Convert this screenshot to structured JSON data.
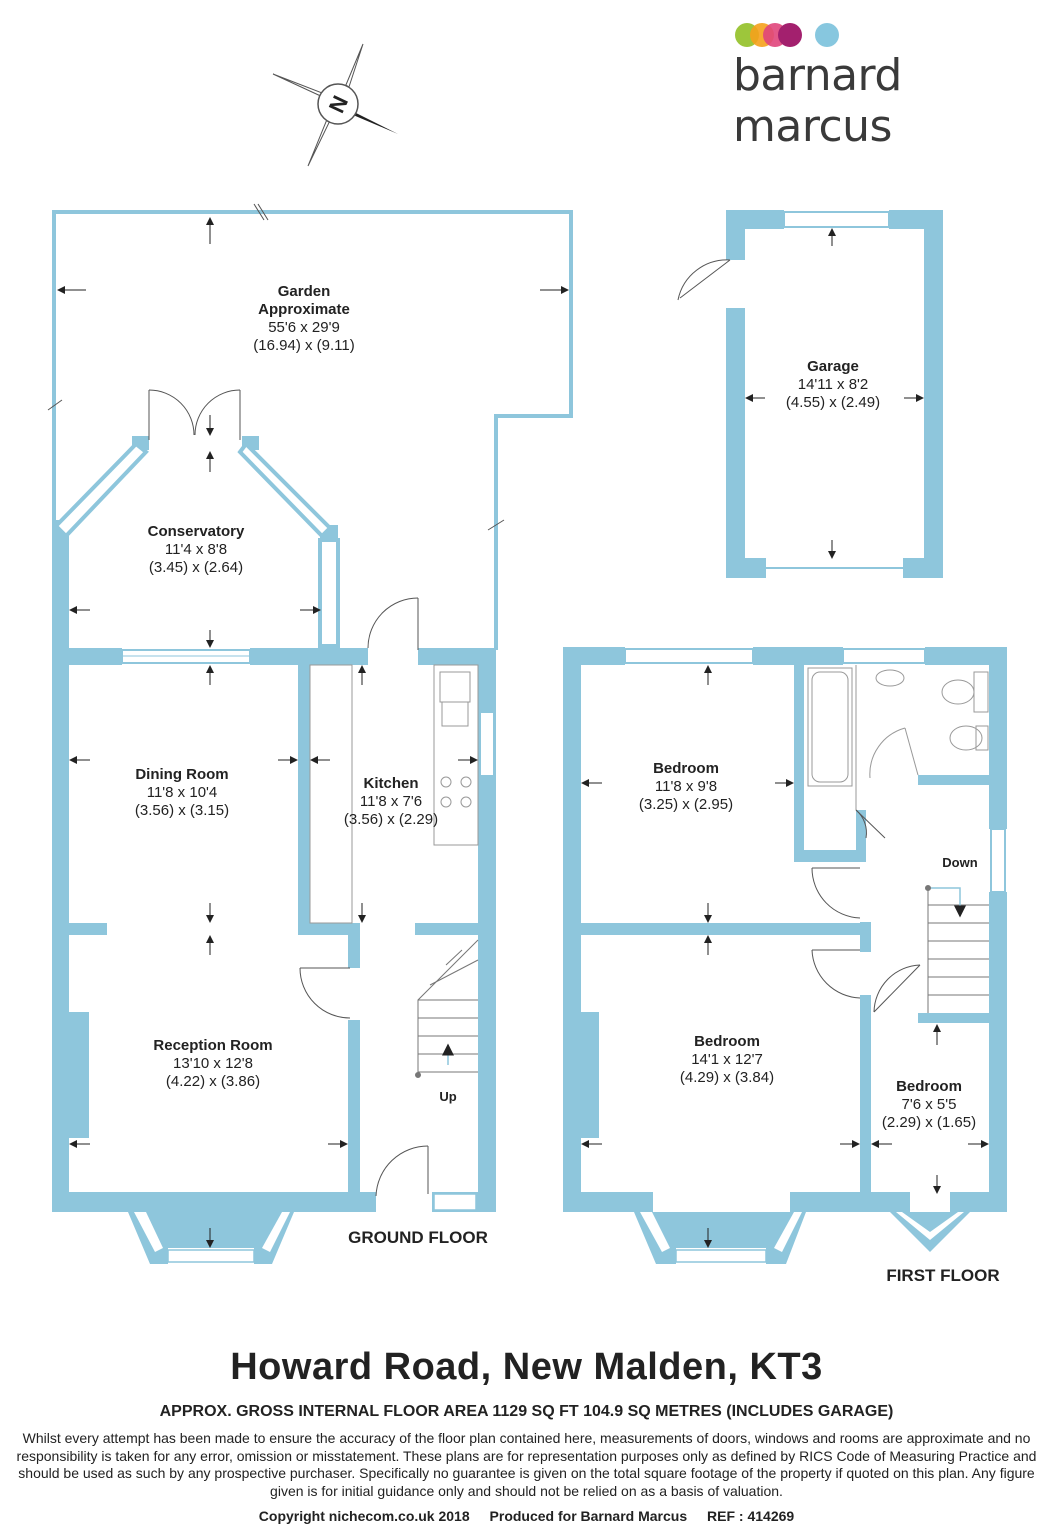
{
  "brand": {
    "name": "barnard marcus",
    "dot_colors": [
      "#9dc63b",
      "#f5a11c",
      "#e0457b",
      "#a3206e",
      "#87c7df"
    ]
  },
  "colors": {
    "wall": "#8ec6dc",
    "text": "#222222"
  },
  "compass": {
    "label": "N"
  },
  "rooms": {
    "garden": {
      "name": "Garden",
      "name2": "Approximate",
      "imperial": "55'6 x 29'9",
      "metric": "(16.94) x (9.11)"
    },
    "garage": {
      "name": "Garage",
      "imperial": "14'11 x 8'2",
      "metric": "(4.55) x (2.49)"
    },
    "conservatory": {
      "name": "Conservatory",
      "imperial": "11'4 x 8'8",
      "metric": "(3.45) x (2.64)"
    },
    "dining": {
      "name": "Dining Room",
      "imperial": "11'8 x 10'4",
      "metric": "(3.56) x (3.15)"
    },
    "kitchen": {
      "name": "Kitchen",
      "imperial": "11'8 x 7'6",
      "metric": "(3.56) x (2.29)"
    },
    "reception": {
      "name": "Reception Room",
      "imperial": "13'10 x 12'8",
      "metric": "(4.22) x (3.86)"
    },
    "bedroom1": {
      "name": "Bedroom",
      "imperial": "11'8 x 9'8",
      "metric": "(3.25) x (2.95)"
    },
    "bedroom2": {
      "name": "Bedroom",
      "imperial": "14'1 x 12'7",
      "metric": "(4.29) x (3.84)"
    },
    "bedroom3": {
      "name": "Bedroom",
      "imperial": "7'6 x 5'5",
      "metric": "(2.29) x (1.65)"
    }
  },
  "stairs": {
    "up": "Up",
    "down": "Down"
  },
  "floors": {
    "ground": "GROUND FLOOR",
    "first": "FIRST FLOOR"
  },
  "address": "Howard Road, New Malden, KT3",
  "area": "APPROX. GROSS INTERNAL FLOOR AREA 1129 SQ FT 104.9 SQ METRES (INCLUDES GARAGE)",
  "disclaimer": "Whilst every attempt has been made to ensure the accuracy of the floor plan contained here, measurements of doors, windows and rooms are approximate and no responsibility is taken for any error, omission or misstatement. These plans are for representation purposes only as defined by RICS Code of Measuring Practice and should be used as such by any prospective purchaser.  Specifically no guarantee is given on the total square footage of the property if quoted on this plan. Any figure given is for initial guidance only and should not be relied on as a basis of valuation.",
  "footer": {
    "copyright": "Copyright nichecom.co.uk 2018",
    "produced": "Produced for Barnard Marcus",
    "ref": "REF : 414269"
  }
}
